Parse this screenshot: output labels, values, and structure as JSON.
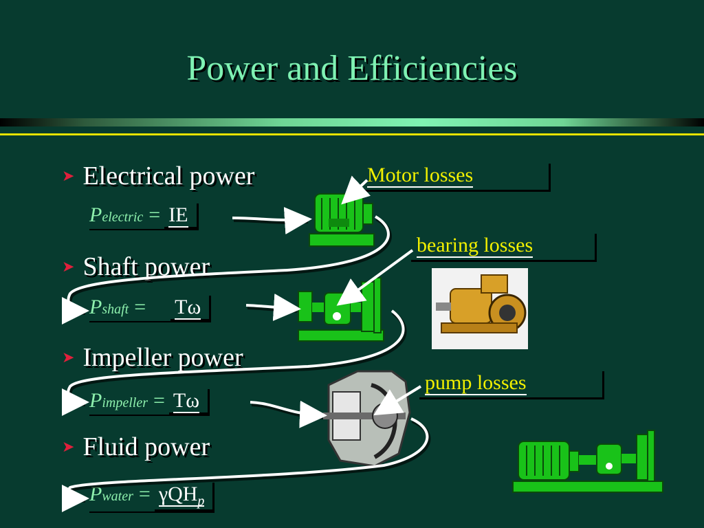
{
  "title": "Power and Efficiencies",
  "bullets": [
    {
      "label": "Electrical power",
      "sub": "electric",
      "rhs": "IE"
    },
    {
      "label": "Shaft power",
      "sub": "shaft",
      "rhs": "Tω"
    },
    {
      "label": "Impeller power",
      "sub": "impeller",
      "rhs": "Tω"
    },
    {
      "label": "Fluid power",
      "sub": "water",
      "rhs_greek": "γ",
      "rhs_main": "QH",
      "rhs_sub": "p"
    }
  ],
  "symbol": "P",
  "equals": "=",
  "losses": {
    "motor": "Motor losses",
    "bearing": "bearing losses",
    "pump": "pump losses"
  },
  "colors": {
    "background": "#073b2f",
    "title": "#7ff2b3",
    "formula": "#8ef0ad",
    "loss_label": "#f2f000",
    "bullet_arrow": "#e0203c",
    "machine_green": "#19c219"
  }
}
